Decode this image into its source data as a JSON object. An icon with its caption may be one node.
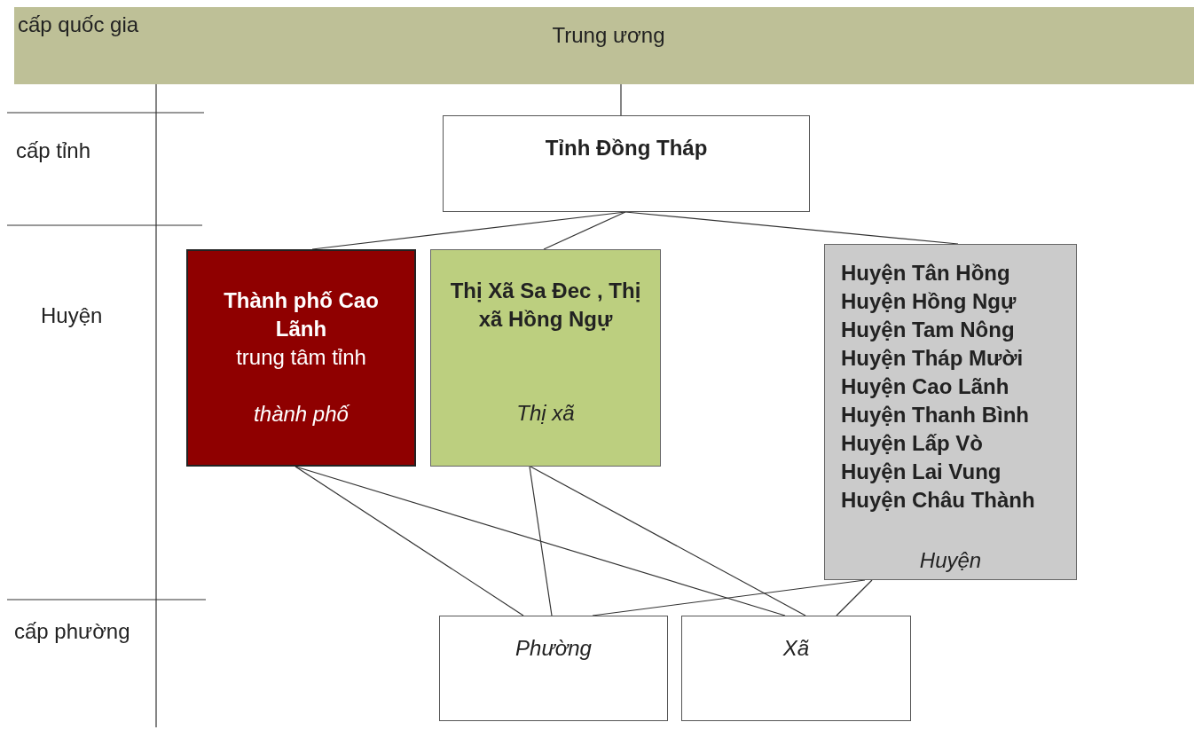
{
  "diagram": {
    "nodes": [
      {
        "text": [
          "Trung ương"
        ]
      },
      {
        "text": [
          "Tỉnh Đồng Tháp"
        ]
      },
      {
        "text": [
          "Thành phố Cao Lãnh",
          "trung tâm tỉnh",
          "thành phố"
        ]
      },
      {
        "text": [
          "Thị Xã Sa Đec , Thị xã Hồng Ngự",
          "Thị xã"
        ]
      },
      {
        "text": [
          "Huyện Tân Hồng",
          "Huyện Hồng Ngự",
          "Huyện Tam Nông",
          "Huyện Tháp Mười",
          "Huyện Cao Lãnh",
          "Huyện Thanh Bình",
          "Huyện Lấp Vò",
          "Huyện Lai Vung",
          "Huyện Châu Thành",
          "Huyện"
        ]
      },
      {
        "text": [
          "Phường"
        ]
      },
      {
        "text": [
          "Xã"
        ]
      }
    ],
    "edges": [
      {
        "from": 0,
        "to": 1,
        "arrow": "none"
      },
      {
        "from": 1,
        "to": 2,
        "arrow": "none"
      },
      {
        "from": 1,
        "to": 3,
        "arrow": "none"
      },
      {
        "from": 1,
        "to": 4,
        "arrow": "none"
      },
      {
        "from": 2,
        "to": 5,
        "arrow": "none"
      },
      {
        "from": 2,
        "to": 6,
        "arrow": "none"
      },
      {
        "from": 3,
        "to": 5,
        "arrow": "none"
      },
      {
        "from": 3,
        "to": 6,
        "arrow": "none"
      },
      {
        "from": 4,
        "to": 5,
        "arrow": "none"
      },
      {
        "from": 4,
        "to": 6,
        "arrow": "none"
      }
    ],
    "labels": [
      "cấp quốc gia",
      "cấp tỉnh",
      "Huyện",
      "cấp phường"
    ]
  }
}
